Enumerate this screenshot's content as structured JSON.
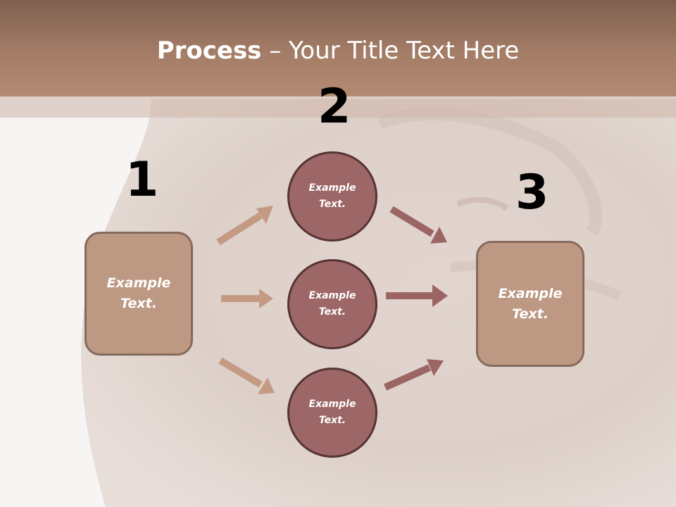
{
  "header": {
    "title_bold": "Process",
    "title_rest": " – Your Title Text Here"
  },
  "steps": [
    {
      "number": "1"
    },
    {
      "number": "2"
    },
    {
      "number": "3"
    }
  ],
  "left_box": {
    "line1": "Example",
    "line2": "Text."
  },
  "circles": [
    {
      "line1": "Example",
      "line2": "Text."
    },
    {
      "line1": "Example",
      "line2": "Text."
    },
    {
      "line1": "Example",
      "line2": "Text."
    }
  ],
  "right_box": {
    "line1": "Example",
    "line2": "Text."
  },
  "colors": {
    "header": "#a47d67",
    "box_fill": "#bd9882",
    "circle_fill": "#9c6766",
    "arrow_left": "#c49a83",
    "arrow_right": "#9b6564"
  }
}
